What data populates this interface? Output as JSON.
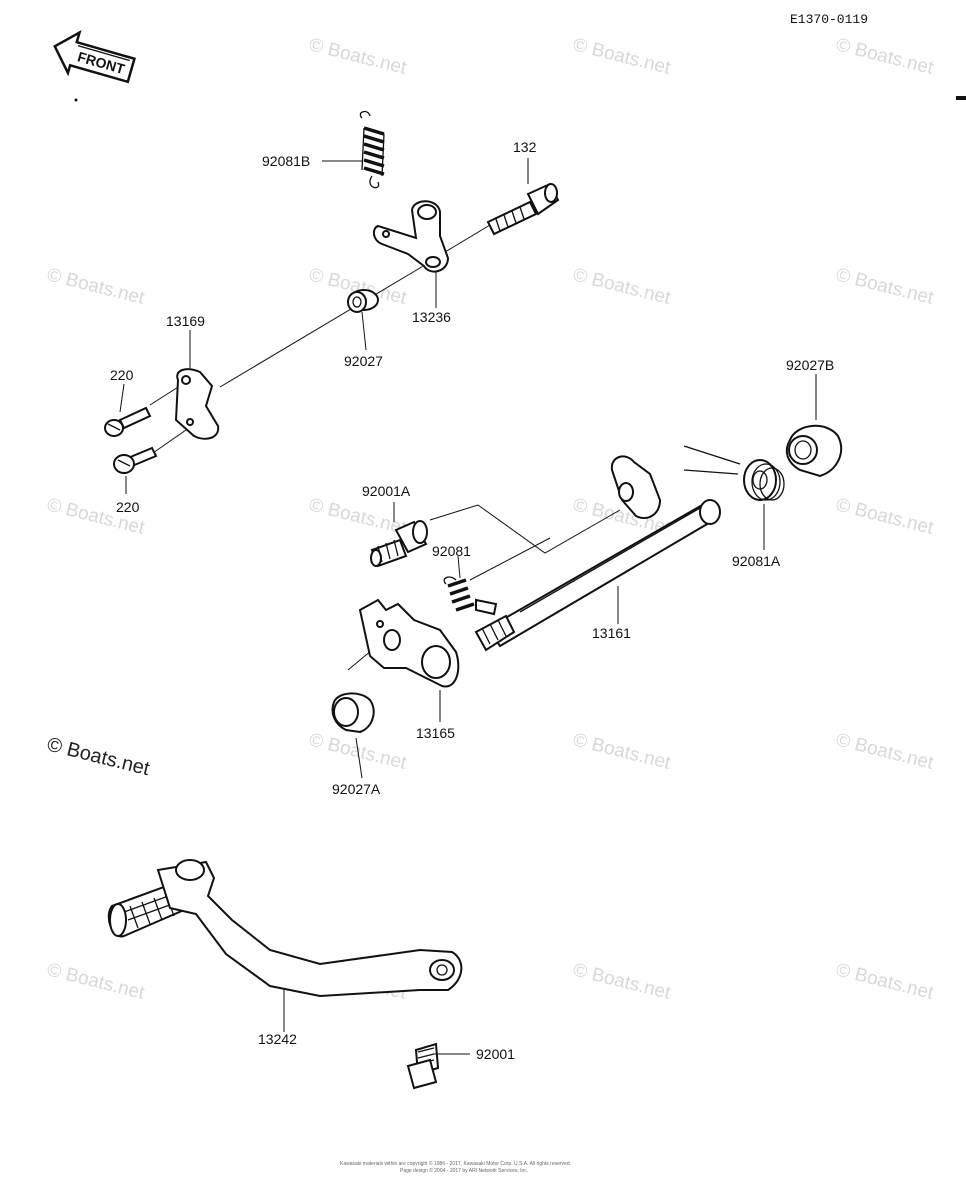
{
  "diagram": {
    "code": "E1370-0119",
    "front_label": "FRONT",
    "watermark": "© Boats.net",
    "copyright_line1": "Kawasaki materials within are copyright © 1986 - 2017, Kawasaki Motor Corp. U.S.A. All rights reserved.",
    "copyright_line2": "Page design © 2004 - 2017 by ARI Network Services, Inc.",
    "parts": [
      {
        "id": "spring-92081b",
        "number": "92081B"
      },
      {
        "id": "bolt-132",
        "number": "132"
      },
      {
        "id": "lever-13236",
        "number": "13236"
      },
      {
        "id": "plate-13169",
        "number": "13169"
      },
      {
        "id": "collar-92027",
        "number": "92027"
      },
      {
        "id": "bolt-220-top",
        "number": "220"
      },
      {
        "id": "bolt-220-bottom",
        "number": "220"
      },
      {
        "id": "collar-92027b",
        "number": "92027B"
      },
      {
        "id": "bolt-92001a",
        "number": "92001A"
      },
      {
        "id": "spring-92081",
        "number": "92081"
      },
      {
        "id": "spring-92081a",
        "number": "92081A"
      },
      {
        "id": "shaft-13161",
        "number": "13161"
      },
      {
        "id": "arm-13165",
        "number": "13165"
      },
      {
        "id": "collar-92027a",
        "number": "92027A"
      },
      {
        "id": "pedal-13242",
        "number": "13242"
      },
      {
        "id": "bolt-92001",
        "number": "92001"
      }
    ]
  }
}
